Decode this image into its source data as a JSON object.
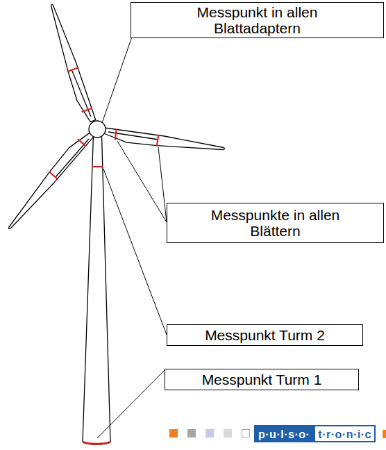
{
  "diagram": {
    "nodes": [
      {
        "text": [
          "Messpunkt in allen Blattadaptern"
        ]
      },
      {
        "text": [
          "Messpunkte in allen Blättern"
        ]
      },
      {
        "text": [
          "Messpunkt Turm 2"
        ]
      },
      {
        "text": [
          "Messpunkt Turm 1"
        ]
      }
    ],
    "labels": [
      "p·u·l·s·o·",
      "t·r·o·n·i·c"
    ]
  }
}
